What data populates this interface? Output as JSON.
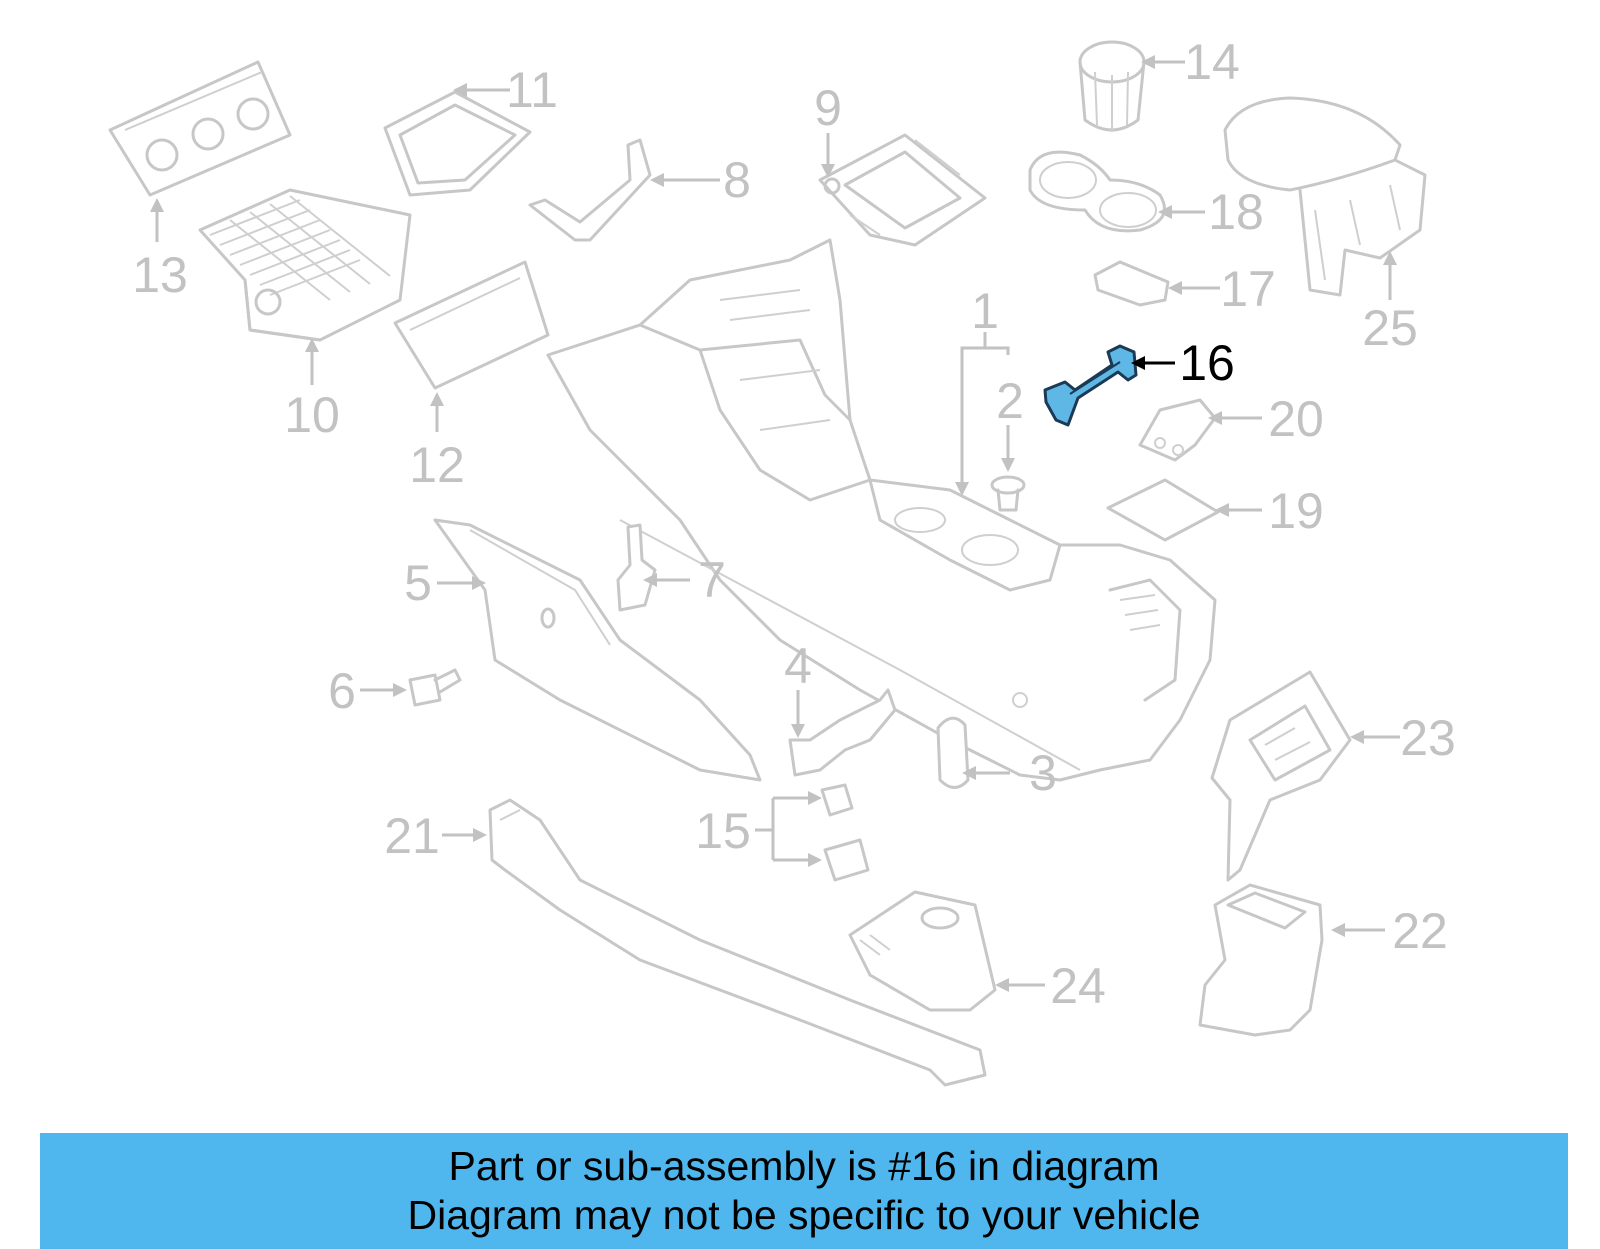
{
  "diagram": {
    "highlight_color": "#5fb7e6",
    "callout_color": "#c2c2c2",
    "callouts": {
      "c1": "1",
      "c2": "2",
      "c3": "3",
      "c4": "4",
      "c5": "5",
      "c6": "6",
      "c7": "7",
      "c8": "8",
      "c9": "9",
      "c10": "10",
      "c11": "11",
      "c12": "12",
      "c13": "13",
      "c14": "14",
      "c15": "15",
      "c16": "16",
      "c17": "17",
      "c18": "18",
      "c19": "19",
      "c20": "20",
      "c21": "21",
      "c22": "22",
      "c23": "23",
      "c24": "24",
      "c25": "25"
    }
  },
  "banner": {
    "background": "#4fb7ee",
    "line1": "Part or sub-assembly is #16 in diagram",
    "line2": "Diagram may not be specific to your vehicle"
  }
}
